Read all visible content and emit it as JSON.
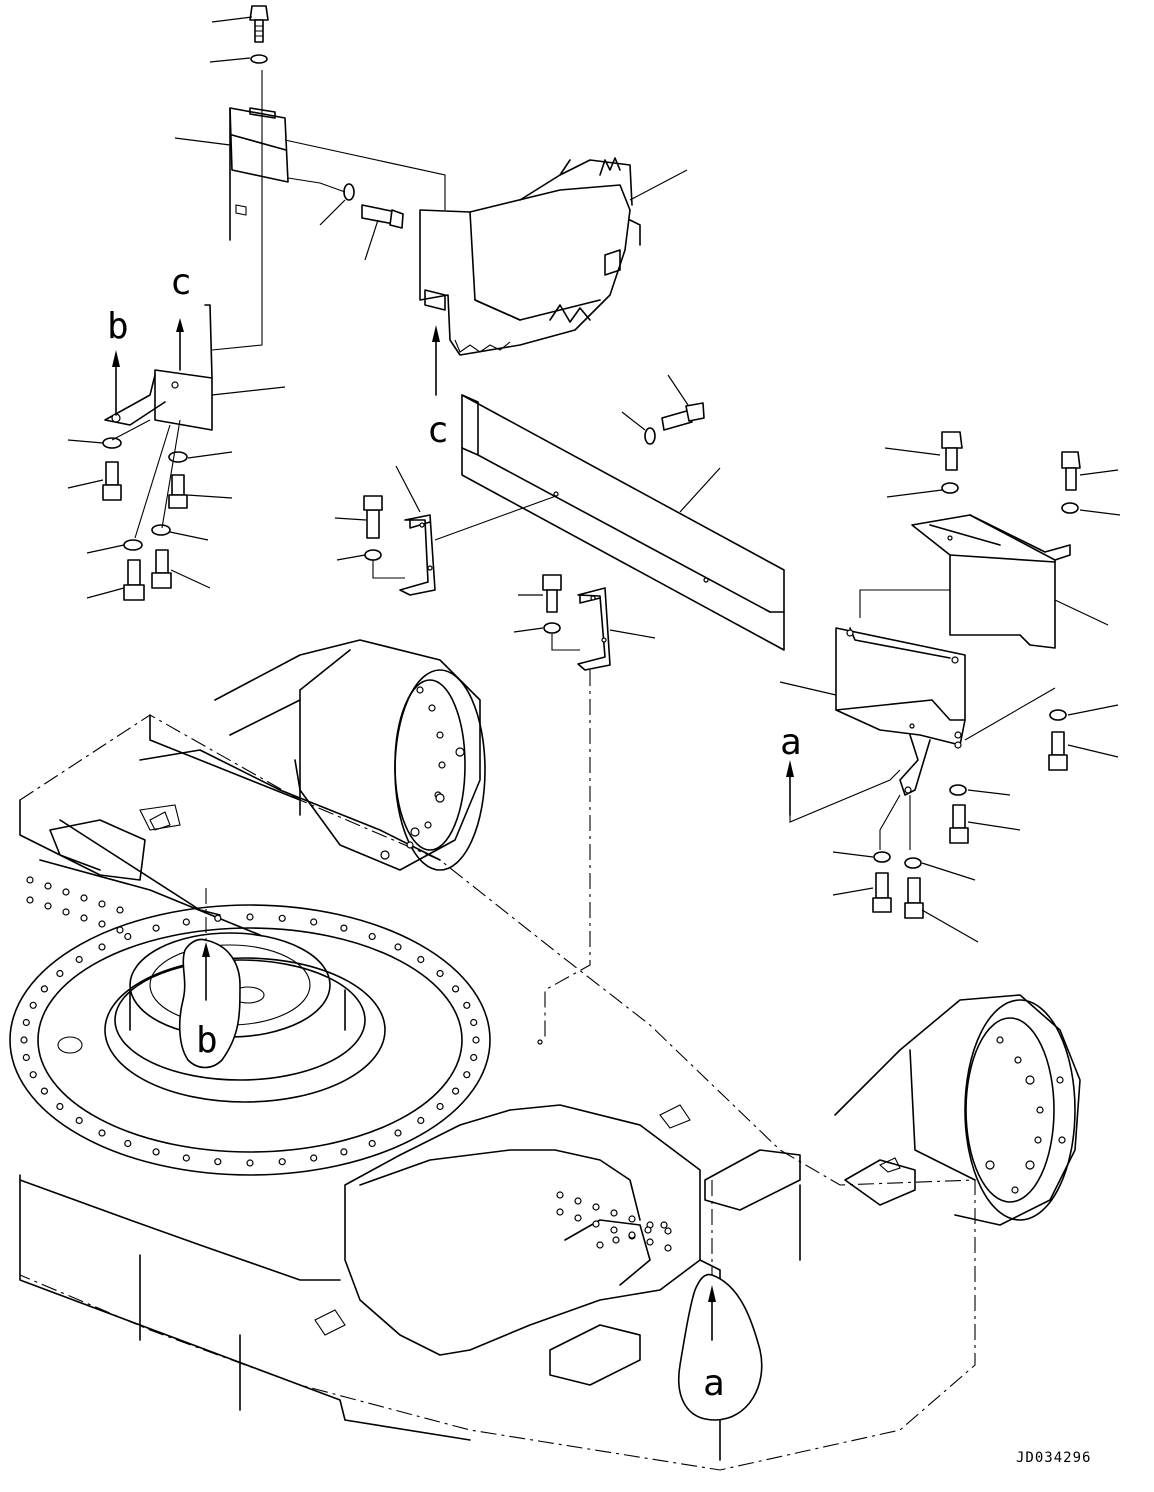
{
  "view_labels": {
    "a_top": "a",
    "a_bottom": "a",
    "b_top": "b",
    "b_bottom": "b",
    "c_top": "c",
    "c_mid": "c"
  },
  "drawing_code": "JD034296"
}
